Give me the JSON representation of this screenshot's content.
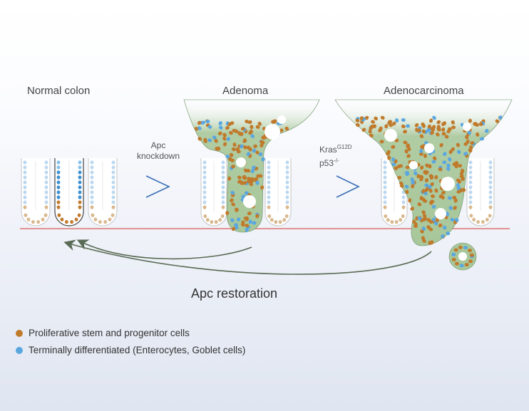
{
  "stages": {
    "normal": "Normal colon",
    "adenoma": "Adenoma",
    "adenocarcinoma": "Adenocarcinoma"
  },
  "transitions": {
    "first": {
      "line1": "Apc",
      "line2": "knockdown"
    },
    "second": {
      "gene1": "Kras",
      "gene1_sup": "G12D",
      "gene2": "p53",
      "gene2_sup": "-/-"
    }
  },
  "restoration_label": "Apc restoration",
  "legend": [
    {
      "label": "Proliferative stem and progenitor cells",
      "color": "#c07a2c"
    },
    {
      "label": "Terminally differentiated (Enterocytes, Goblet cells)",
      "color": "#5aa7e0"
    }
  ],
  "colors": {
    "proliferative": "#c07a2c",
    "differentiated": "#5aa7e0",
    "tumor_fill": "#a8c79a",
    "basement_line": "#d9534f",
    "arrow": "#5a6b55",
    "chevron": "#3b6fb6"
  }
}
